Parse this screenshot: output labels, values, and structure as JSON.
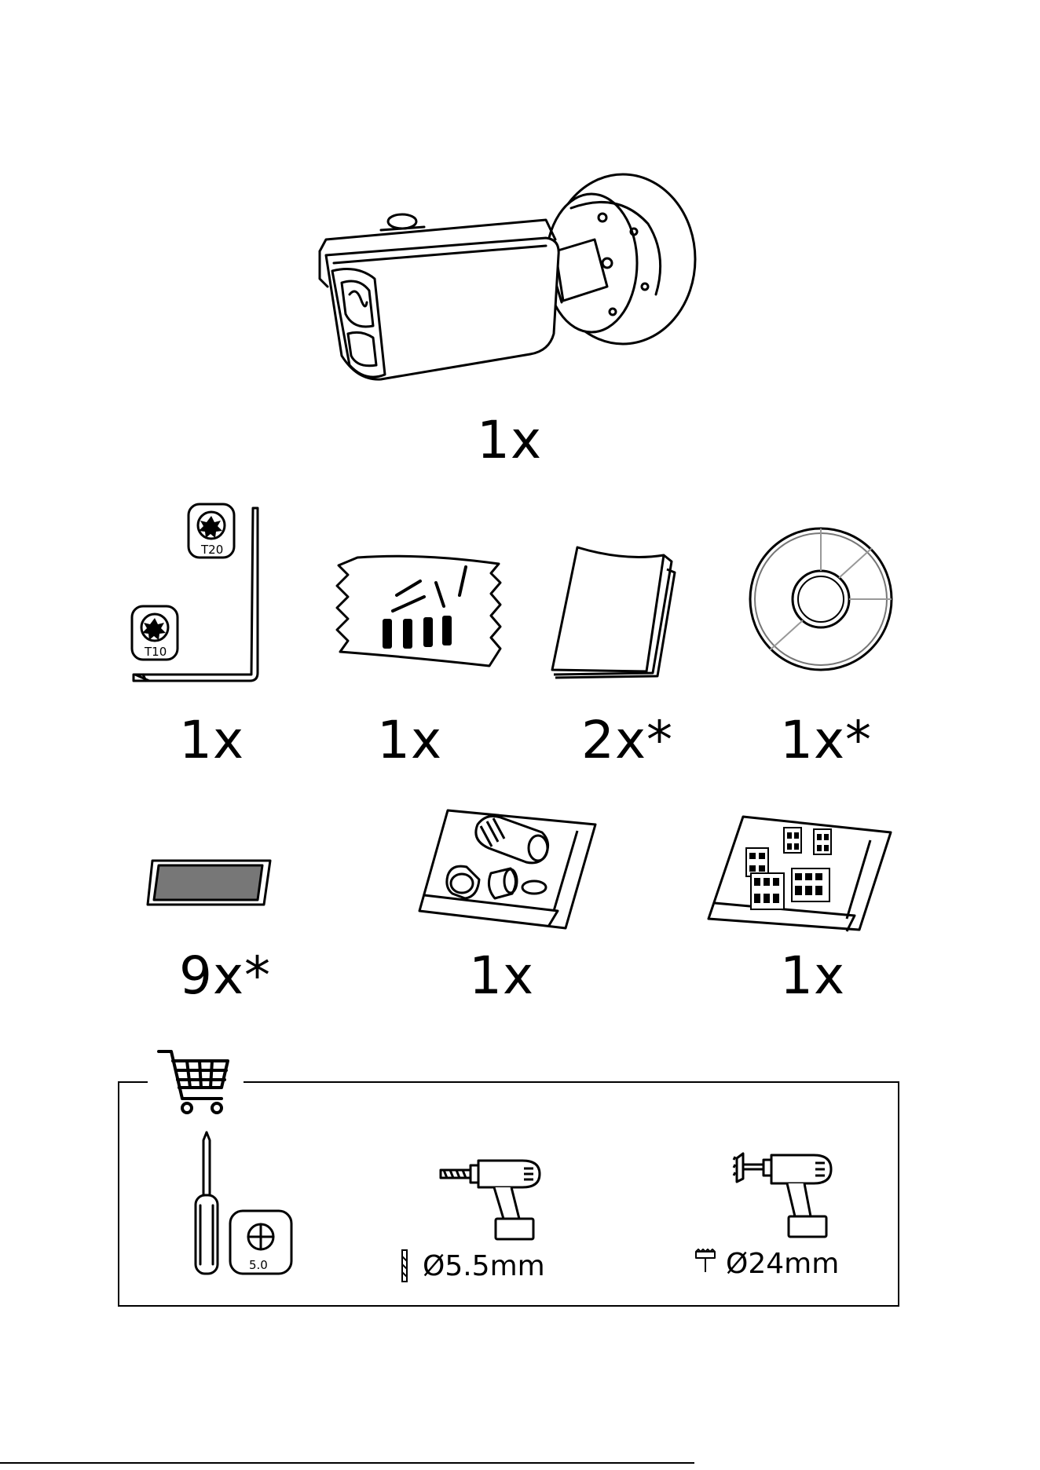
{
  "items": [
    {
      "name": "camera",
      "icon": "bullet-camera-icon",
      "quantity": "1x"
    },
    {
      "name": "torx-key",
      "icon": "torx-l-key-icon",
      "quantity": "1x",
      "bit_labels": [
        "T20",
        "T10"
      ]
    },
    {
      "name": "screw-and-anchor-bag",
      "icon": "screw-anchor-bag-icon",
      "quantity": "1x"
    },
    {
      "name": "booklet",
      "icon": "booklet-icon",
      "quantity": "2x*"
    },
    {
      "name": "disc",
      "icon": "disc-icon",
      "quantity": "1x*"
    },
    {
      "name": "desiccant-strip",
      "icon": "desiccant-strip-icon",
      "quantity": "9x*"
    },
    {
      "name": "cable-gland-bag",
      "icon": "cable-gland-bag-icon",
      "quantity": "1x"
    },
    {
      "name": "terminal-block-bag",
      "icon": "terminal-block-bag-icon",
      "quantity": "1x"
    }
  ],
  "required_tools": {
    "icon": "shopping-cart-icon",
    "screwdriver": {
      "icon": "screwdriver-icon",
      "bit_label": "5.0"
    },
    "drill": {
      "icon": "drill-icon",
      "bit_icon": "drill-bit-icon",
      "label": "Ø5.5mm"
    },
    "hole_saw": {
      "icon": "hole-saw-drill-icon",
      "bit_icon": "hole-saw-icon",
      "label": "Ø24mm"
    }
  }
}
